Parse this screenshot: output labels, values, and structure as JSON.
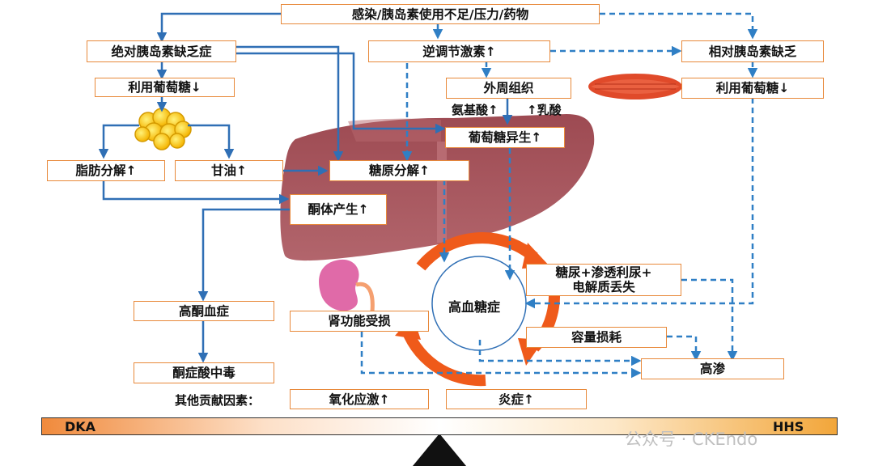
{
  "nodes": {
    "infection": "感染/胰岛素使用不足/压力/药物",
    "absolute_deficiency": "绝对胰岛素缺乏症",
    "counter_hormones": "逆调节激素↑",
    "relative_deficiency": "相对胰岛素缺乏",
    "glucose_use_left": "利用葡萄糖↓",
    "peripheral_tissue": "外周组织",
    "glucose_use_right": "利用葡萄糖↓",
    "amino_acid": "氨基酸↑",
    "lactate": "↑乳酸",
    "gluconeogenesis": "葡萄糖异生↑",
    "lipolysis": "脂肪分解↑",
    "glycerol": "甘油↑",
    "glycogenolysis": "糖原分解↑",
    "ketogenesis": "酮体产生↑",
    "glycosuria_line1": "糖尿+渗透利尿+",
    "glycosuria_line2": "电解质丢失",
    "hyperglycemia": "高血糖症",
    "hyperketonemia": "高酮血症",
    "renal_impairment": "肾功能受损",
    "volume_depletion": "容量损耗",
    "ketoacidosis": "酮症酸中毒",
    "hyperosmolar": "高渗",
    "other_factors": "其他贡献因素：",
    "oxidative_stress": "氧化应激↑",
    "inflammation": "炎症↑"
  },
  "scale": {
    "left": "DKA",
    "right": "HHS"
  },
  "watermark": "公众号 · CKEndo",
  "colors": {
    "solid_arrow": "#2f6fb5",
    "dashed_arrow": "#2f7fc5",
    "box_border": "#e8893a",
    "liver": "#a9545c",
    "cycle": "#ef5a1a",
    "muscle": "#e04a2a",
    "fat": "#ffd21a",
    "kidney": "#e06aa8"
  }
}
